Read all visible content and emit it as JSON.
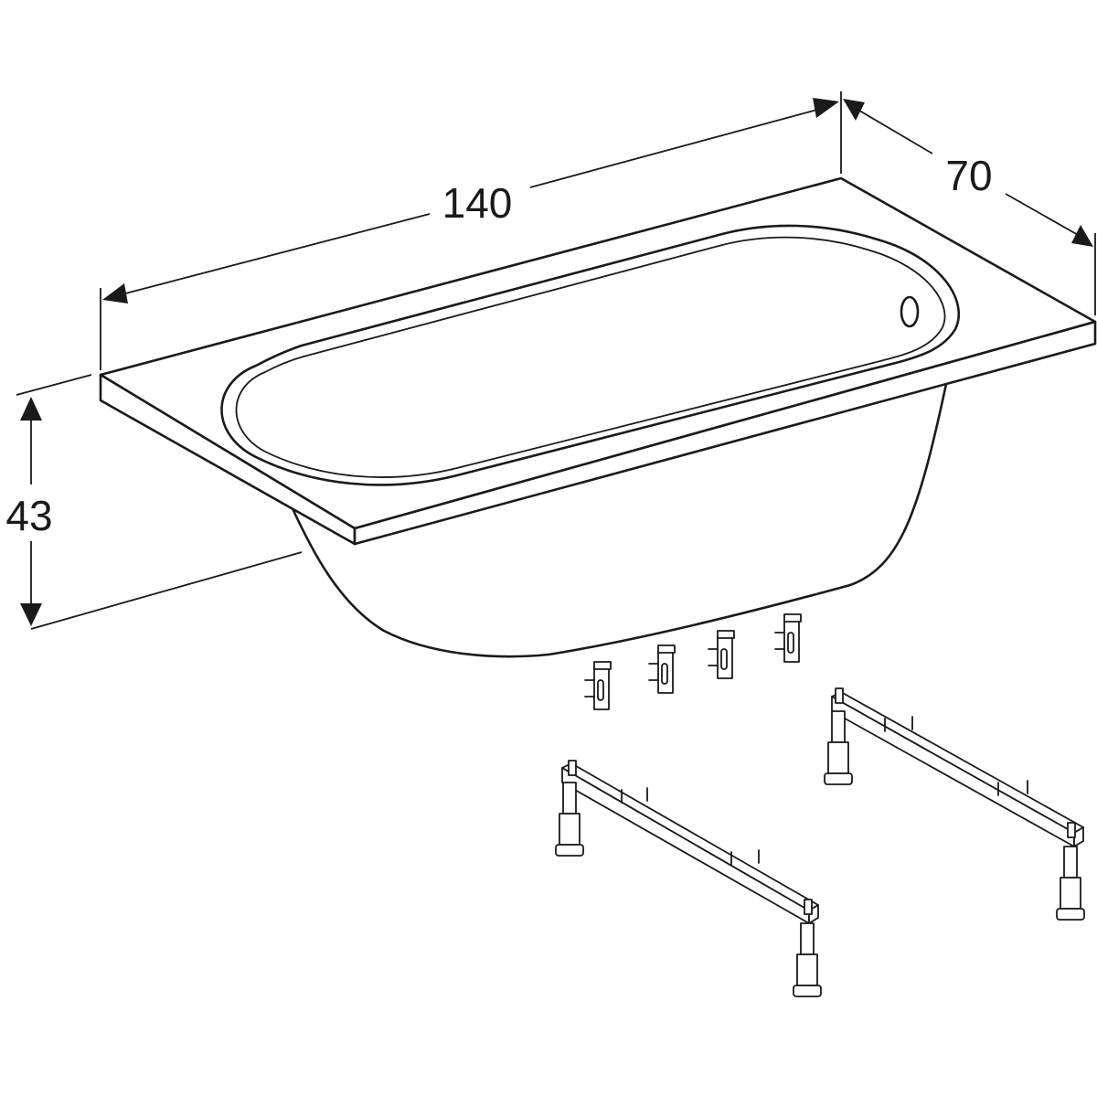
{
  "dimensions": {
    "length": "140",
    "width": "70",
    "height": "43"
  },
  "colors": {
    "line": "#1a1a1a",
    "background": "#ffffff"
  }
}
